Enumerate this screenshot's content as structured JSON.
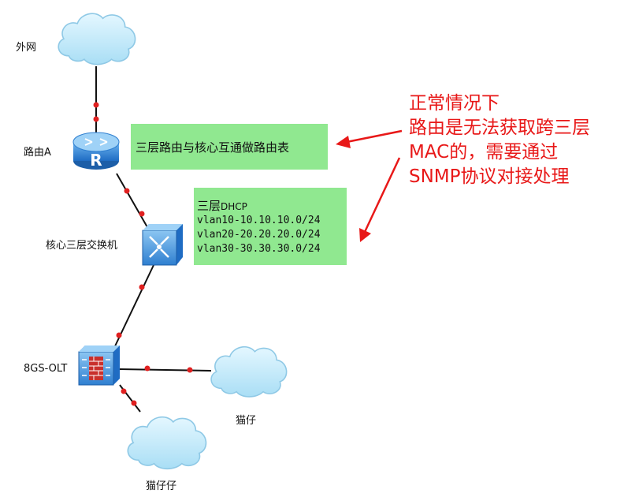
{
  "nodes": {
    "internet": {
      "label": "外网",
      "icon": "cloud-icon"
    },
    "router": {
      "label": "路由A",
      "icon": "router-icon"
    },
    "core_switch": {
      "label": "核心三层交换机",
      "icon": "layer3-switch-icon"
    },
    "olt": {
      "label": "8GS-OLT",
      "icon": "olt-firewall-icon"
    },
    "cloud_cat": {
      "label": "猫仔",
      "icon": "cloud-icon"
    },
    "cloud_cat2": {
      "label": "猫仔仔",
      "icon": "cloud-icon"
    }
  },
  "notes": {
    "routing": "三层路由与核心互通做路由表",
    "dhcp": {
      "title": "三层",
      "title_suffix": "DHCP",
      "lines": [
        "vlan10-10.10.10.0/24",
        "vlan20-20.20.20.0/24",
        "vlan30-30.30.30.0/24"
      ]
    }
  },
  "annotation": {
    "lines": [
      "正常情况下",
      "路由是无法获取跨三层",
      "MAC的，需要通过",
      "SNMP协议对接处理"
    ]
  },
  "colors": {
    "link": "#111111",
    "link_dot": "#e02020",
    "note_bg": "#90e890",
    "annotation": "#e81818",
    "cloud_fill": "#bde9fb",
    "device_blue": "#3f8fd8"
  }
}
